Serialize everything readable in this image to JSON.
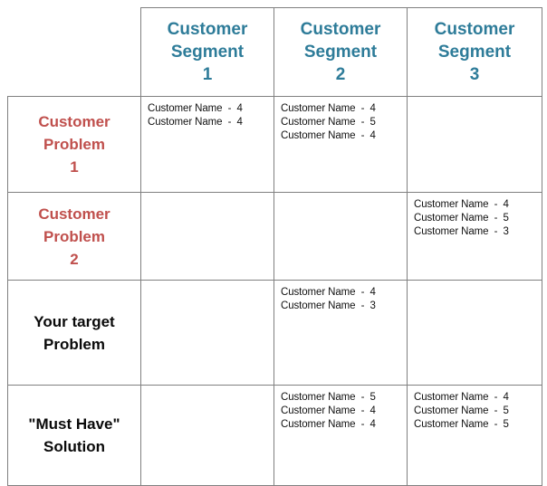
{
  "matrix": {
    "column_headers": [
      {
        "lines": [
          "Customer",
          "Segment",
          "1"
        ]
      },
      {
        "lines": [
          "Customer",
          "Segment",
          "2"
        ]
      },
      {
        "lines": [
          "Customer",
          "Segment",
          "3"
        ]
      }
    ],
    "row_labels": [
      {
        "lines": [
          "Customer",
          "Problem",
          "1"
        ],
        "style": "problem"
      },
      {
        "lines": [
          "Customer",
          "Problem",
          "2"
        ],
        "style": "problem"
      },
      {
        "lines": [
          "Your target",
          "Problem"
        ],
        "style": "neutral"
      },
      {
        "lines": [
          "\"Must Have\"",
          "Solution"
        ],
        "style": "neutral"
      }
    ],
    "separator": "-",
    "cells": [
      [
        [
          {
            "name": "Customer Name",
            "score": "4"
          },
          {
            "name": "Customer Name",
            "score": "4"
          }
        ],
        [
          {
            "name": "Customer Name",
            "score": "4"
          },
          {
            "name": "Customer Name",
            "score": "5"
          },
          {
            "name": "Customer Name",
            "score": "4"
          }
        ],
        []
      ],
      [
        [],
        [],
        [
          {
            "name": "Customer Name",
            "score": "4"
          },
          {
            "name": "Customer Name",
            "score": "5"
          },
          {
            "name": "Customer Name",
            "score": "3"
          }
        ]
      ],
      [
        [],
        [
          {
            "name": "Customer Name",
            "score": "4"
          },
          {
            "name": "Customer Name",
            "score": "3"
          }
        ],
        []
      ],
      [
        [],
        [
          {
            "name": "Customer Name",
            "score": "5"
          },
          {
            "name": "Customer Name",
            "score": "4"
          },
          {
            "name": "Customer Name",
            "score": "4"
          }
        ],
        [
          {
            "name": "Customer Name",
            "score": "4"
          },
          {
            "name": "Customer Name",
            "score": "5"
          },
          {
            "name": "Customer Name",
            "score": "5"
          }
        ]
      ]
    ],
    "colors": {
      "header_text": "#2E7C99",
      "problem_label_text": "#C0504D",
      "neutral_label_text": "#0A0A0A",
      "entry_text": "#111111",
      "grid_line": "#808080",
      "background": "#FFFFFF"
    }
  }
}
